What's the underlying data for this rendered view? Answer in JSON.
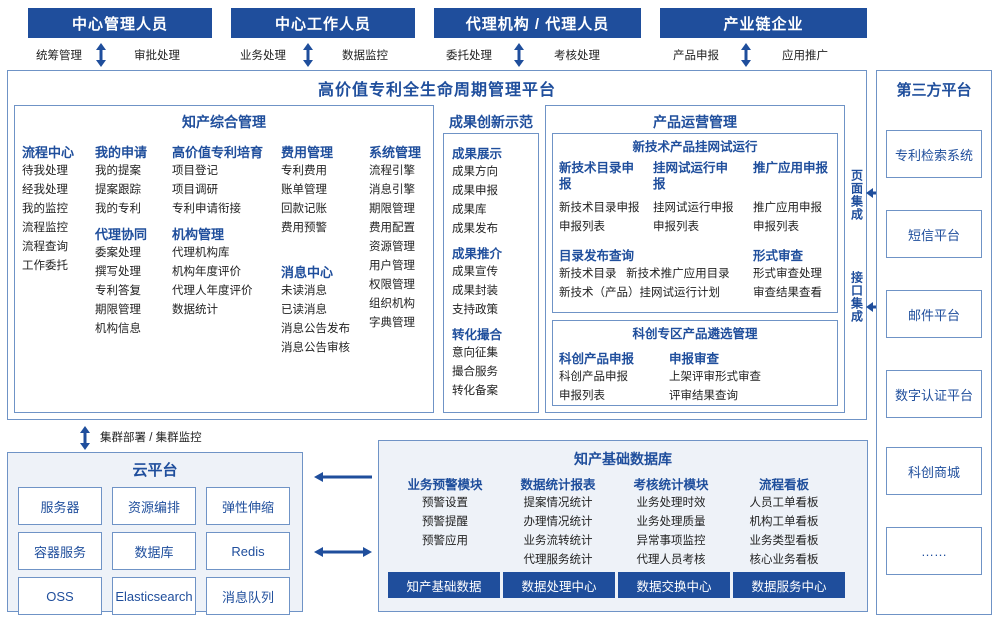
{
  "top_roles": [
    {
      "label": "中心管理人员",
      "sub": [
        "统筹管理",
        "审批处理"
      ]
    },
    {
      "label": "中心工作人员",
      "sub": [
        "业务处理",
        "数据监控"
      ]
    },
    {
      "label": "代理机构 / 代理人员",
      "sub": [
        "委托处理",
        "考核处理"
      ]
    },
    {
      "label": "产业链企业",
      "sub": [
        "产品申报",
        "应用推广"
      ]
    }
  ],
  "platform": {
    "title": "高价值专利全生命周期管理平台",
    "left_panel": {
      "title": "知产综合管理",
      "columns": [
        {
          "head": "流程中心",
          "items": [
            "待我处理",
            "经我处理",
            "我的监控",
            "流程监控",
            "流程查询",
            "工作委托"
          ]
        },
        {
          "head": "我的申请",
          "items": [
            "我的提案",
            "提案跟踪",
            "我的专利"
          ],
          "head2": "代理协同",
          "items2": [
            "委案处理",
            "撰写处理",
            "专利答复",
            "期限管理",
            "机构信息"
          ]
        },
        {
          "head": "高价值专利培育",
          "items": [
            "项目登记",
            "项目调研",
            "专利申请衔接"
          ],
          "head2": "机构管理",
          "items2": [
            "代理机构库",
            "机构年度评价",
            "代理人年度评价",
            "数据统计"
          ]
        },
        {
          "head": "费用管理",
          "items": [
            "专利费用",
            "账单管理",
            "回款记账",
            "费用预警"
          ],
          "head2": "消息中心",
          "items2": [
            "未读消息",
            "已读消息",
            "消息公告发布",
            "消息公告审核"
          ]
        },
        {
          "head": "系统管理",
          "items": [
            "流程引擎",
            "消息引擎",
            "期限管理",
            "费用配置",
            "资源管理",
            "用户管理",
            "权限管理",
            "组织机构",
            "字典管理"
          ]
        }
      ]
    },
    "mid_panel": {
      "title": "成果创新示范",
      "groups": [
        {
          "head": "成果展示",
          "items": [
            "成果方向",
            "成果申报",
            "成果库",
            "成果发布"
          ]
        },
        {
          "head": "成果推介",
          "items": [
            "成果宣传",
            "成果封装",
            "支持政策"
          ]
        },
        {
          "head": "转化撮合",
          "items": [
            "意向征集",
            "撮合服务",
            "转化备案"
          ]
        }
      ]
    },
    "right_panel": {
      "title": "产品运营管理",
      "block1": {
        "head": "新技术产品挂网试运行",
        "cols": [
          {
            "head": "新技术目录申报",
            "items": [
              "新技术目录申报",
              "申报列表"
            ]
          },
          {
            "head": "挂网试运行申报",
            "items": [
              "挂网试运行申报",
              "申报列表"
            ]
          },
          {
            "head": "推广应用申报",
            "items": [
              "推广应用申报",
              "申报列表"
            ]
          }
        ],
        "cols2": [
          {
            "head": "目录发布查询",
            "items": [
              "新技术目录",
              "新技术推广应用目录",
              "新技术（产品）挂网试运行计划"
            ]
          },
          {
            "head": "形式审查",
            "items": [
              "形式审查处理",
              "审查结果查看"
            ]
          }
        ]
      },
      "block2": {
        "head": "科创专区产品遴选管理",
        "cols": [
          {
            "head": "科创产品申报",
            "items": [
              "科创产品申报",
              "申报列表"
            ]
          },
          {
            "head": "申报审查",
            "items": [
              "上架评审形式审查",
              "评审结果查询"
            ]
          }
        ]
      }
    },
    "vertical_labels": [
      "页面集成",
      "接口集成"
    ]
  },
  "third_party": {
    "title": "第三方平台",
    "items": [
      "专利检索系统",
      "短信平台",
      "邮件平台",
      "数字认证平台",
      "科创商城",
      "……"
    ]
  },
  "cloud": {
    "caption": "集群部署 / 集群监控",
    "title": "云平台",
    "cells": [
      "服务器",
      "资源编排",
      "弹性伸缩",
      "容器服务",
      "数据库",
      "Redis",
      "OSS",
      "Elasticsearch",
      "消息队列"
    ]
  },
  "database": {
    "title": "知产基础数据库",
    "columns": [
      {
        "head": "业务预警模块",
        "items": [
          "预警设置",
          "预警提醒",
          "预警应用"
        ]
      },
      {
        "head": "数据统计报表",
        "items": [
          "提案情况统计",
          "办理情况统计",
          "业务流转统计",
          "代理服务统计"
        ]
      },
      {
        "head": "考核统计模块",
        "items": [
          "业务处理时效",
          "业务处理质量",
          "异常事项监控",
          "代理人员考核"
        ]
      },
      {
        "head": "流程看板",
        "items": [
          "人员工单看板",
          "机构工单看板",
          "业务类型看板",
          "核心业务看板"
        ]
      }
    ],
    "bars": [
      "知产基础数据",
      "数据处理中心",
      "数据交换中心",
      "数据服务中心"
    ]
  },
  "colors": {
    "brand": "#1f4e9c",
    "border": "#6f93c6",
    "panel_bg": "#eef2f8"
  }
}
